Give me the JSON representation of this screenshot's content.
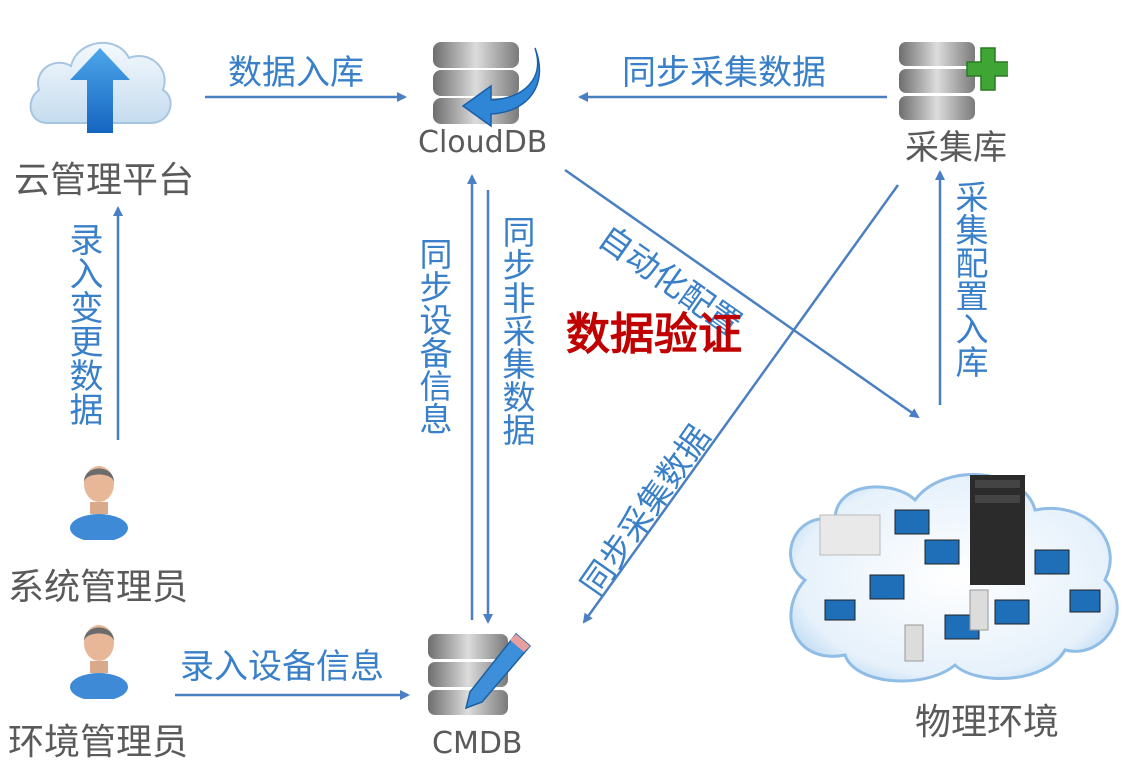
{
  "nodes": {
    "cloud_mgmt": "云管理平台",
    "clouddb": "CloudDB",
    "collect_db": "采集库",
    "cmdb": "CMDB",
    "sys_admin": "系统管理员",
    "env_admin": "环境管理员",
    "physical_env": "物理环境"
  },
  "edges": {
    "data_ingest": "数据入库",
    "sync_collect_top": "同步采集数据",
    "auto_config": "自动化配置",
    "collect_config_ingest": "采集配置入库",
    "input_change": "录入变更数据",
    "sync_device_info": "同步设备信息",
    "sync_non_collect": "同步非采集数据",
    "sync_collect_diag": "同步采集数据",
    "input_device_info": "录入设备信息"
  },
  "center_label": "数据验证",
  "colors": {
    "edge_text": "#3a80c8",
    "arrow": "#4a7fc1",
    "center": "#c00000",
    "node_text": "#595959"
  }
}
